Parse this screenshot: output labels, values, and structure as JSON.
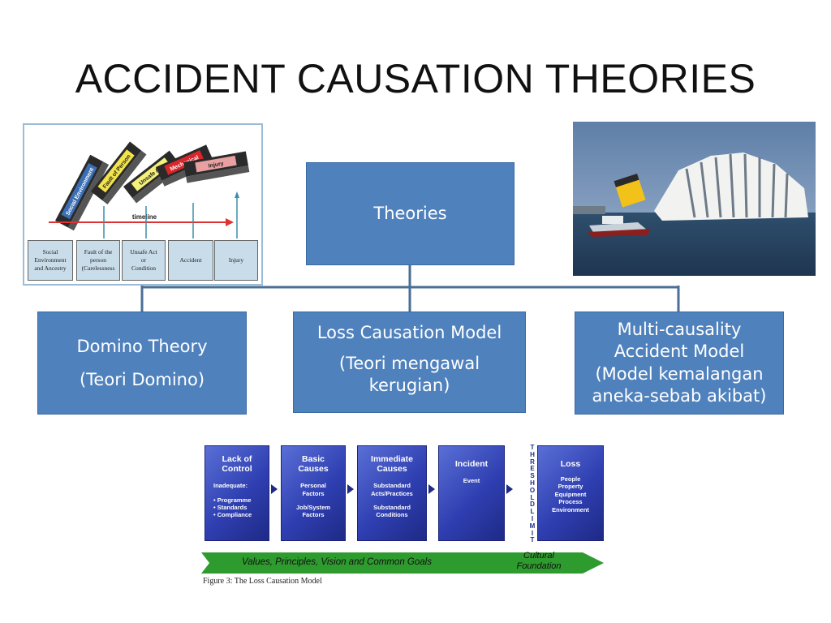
{
  "title": "ACCIDENT CAUSATION THEORIES",
  "root": "Theories",
  "branches": [
    {
      "lines": [
        "Domino Theory",
        "(Teori Domino)"
      ]
    },
    {
      "lines": [
        "Loss Causation Model",
        "(Teori mengawal",
        "kerugian)"
      ]
    },
    {
      "lines": [
        "Multi-causality",
        "Accident Model",
        "(Model kemalangan",
        "aneka-sebab akibat)"
      ]
    }
  ],
  "domino_figure": {
    "tiles": [
      "Social Environment",
      "Fault of Person",
      "Unsafe Act",
      "Mechanical",
      "Injury"
    ],
    "timeline_label": "timeline",
    "stages": [
      [
        "Social",
        "Environment",
        "and Ancestry"
      ],
      [
        "Fault of the",
        "person",
        "(Carelessness"
      ],
      [
        "Unsafe Act",
        "or",
        "Condition"
      ],
      [
        "Accident"
      ],
      [
        "Injury"
      ]
    ]
  },
  "loss_figure": {
    "boxes": [
      {
        "title": [
          "Lack of",
          "Control"
        ],
        "body": [
          "Inadequate:",
          "",
          "• Programme",
          "• Standards",
          "• Compliance"
        ]
      },
      {
        "title": [
          "Basic",
          "Causes"
        ],
        "body": [
          "Personal",
          "Factors",
          "",
          "Job/System",
          "Factors"
        ]
      },
      {
        "title": [
          "Immediate",
          "Causes"
        ],
        "body": [
          "Substandard",
          "Acts/Practices",
          "",
          "Substandard",
          "Conditions"
        ]
      },
      {
        "title": [
          "Incident"
        ],
        "body": [
          "Event"
        ]
      },
      {
        "title": [
          "Loss"
        ],
        "body": [
          "People",
          "Property",
          "Equipment",
          "Process",
          "Environment"
        ]
      }
    ],
    "threshold": "THRESHOLD LIMIT",
    "banner": "Values, Principles, Vision and Common Goals",
    "foundation": [
      "Cultural",
      "Foundation"
    ],
    "caption": "Figure 3: The Loss Causation Model"
  },
  "colors": {
    "box_fill": "#4f81bd",
    "connector": "#4a6f95",
    "banner_green": "#2e9b2e"
  }
}
